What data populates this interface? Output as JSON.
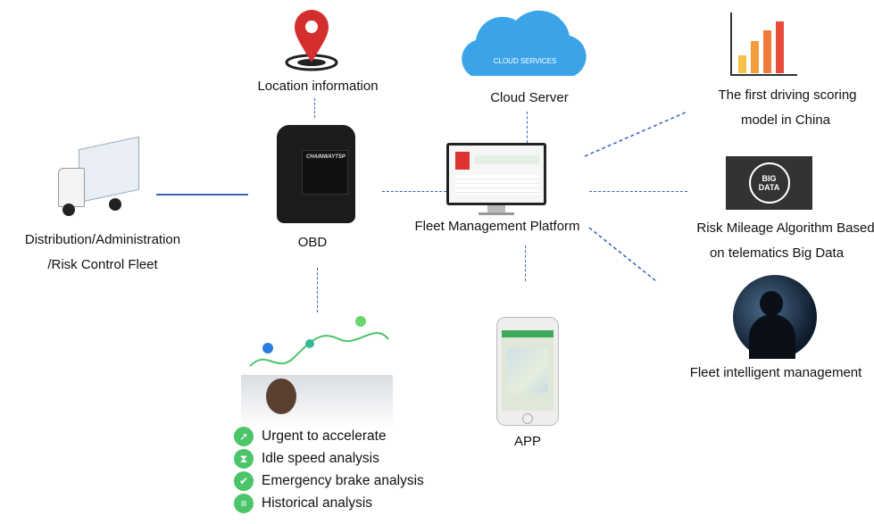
{
  "nodes": {
    "location": "Location information",
    "cloud": "Cloud Server",
    "cloud_logo": "CLOUD SERVICES",
    "scoring": [
      "The first driving scoring",
      "model in China"
    ],
    "obd": "OBD",
    "obd_brand": "CHAINWAYTSP",
    "fleet": [
      "Distribution/Administration",
      "/Risk Control Fleet"
    ],
    "platform": "Fleet Management Platform",
    "risk": [
      "Risk Mileage Algorithm Based",
      "on telematics Big Data"
    ],
    "bigdata_logo": "BIG DATA",
    "intelligent": "Fleet intelligent management",
    "app": "APP"
  },
  "analysis": [
    {
      "label": "Urgent to accelerate",
      "icon": "rocket-icon"
    },
    {
      "label": "Idle speed analysis",
      "icon": "hourglass-icon"
    },
    {
      "label": "Emergency brake analysis",
      "icon": "brake-icon"
    },
    {
      "label": "Historical analysis",
      "icon": "document-icon"
    }
  ],
  "colors": {
    "connector": "#3a63b8",
    "accent_green": "#4cc46a",
    "cloud": "#2f9be0",
    "bars": "#e74c3c"
  }
}
